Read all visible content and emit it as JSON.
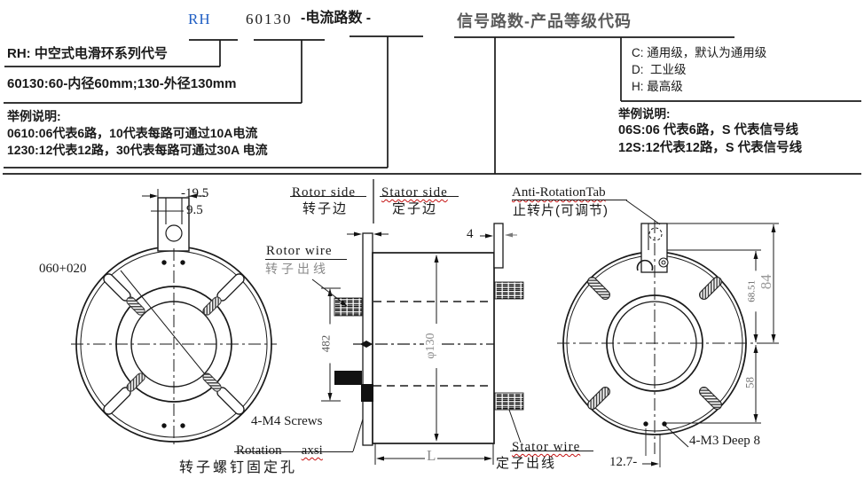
{
  "header": {
    "code_prefix": "RH",
    "code_size": "60130",
    "code_current": "-电流路数 -",
    "code_signal": "信号路数-产品等级代码",
    "rh_desc": "RH: 中空式电滑环系列代号",
    "size_desc": "60130:60-内径60mm;130-外径130mm",
    "left_example": {
      "title": "举例说明:",
      "line1": "0610:06代表6路，10代表每路可通过10A电流",
      "line2": "1230:12代表12路，30代表每路可通过30A 电流"
    },
    "grades": {
      "c": "C: 通用级，默认为通用级",
      "d": "D:  工业级",
      "h": "H: 最高级"
    },
    "right_example": {
      "title": "举例说明:",
      "line1": "06S:06 代表6路，S 代表信号线",
      "line2": "12S:12代表12路，S 代表信号线"
    }
  },
  "front_view": {
    "dim_width": "-19.5",
    "dim_slot": "9.5",
    "dim_bore": "060+020",
    "screws_label": "4-M4 Screws",
    "axis_label_1": "Rotation",
    "axis_label_2": "axsi",
    "axis_label_cn": "转子螺钉固定孔"
  },
  "side_view": {
    "rotor_side": "Rotor side",
    "rotor_side_cn": "转子边",
    "stator_side": "Stator side",
    "stator_side_cn": "定子边",
    "rotor_wire": "Rotor wire",
    "rotor_wire_cn": "转子出线",
    "stator_wire": "Stator wire",
    "stator_wire_cn": "定子出线",
    "dim_hub": "482",
    "dim_dia": "φ130",
    "dim_len": "L",
    "dim_tab_thk": "4"
  },
  "rear_view": {
    "tab_label": "Anti-RotationTab",
    "tab_label_cn": "止转片(可调节)",
    "dim_84": "84",
    "dim_6851": "68.51",
    "dim_58": "58",
    "dim_127": "12.7-",
    "holes_label": "4-M3 Deep 8"
  },
  "colors": {
    "accent_blue": "#1f5ec4",
    "squiggle_red": "#c51111",
    "line_black": "#1a1a1a",
    "dim_gray": "#8a8a8a"
  }
}
